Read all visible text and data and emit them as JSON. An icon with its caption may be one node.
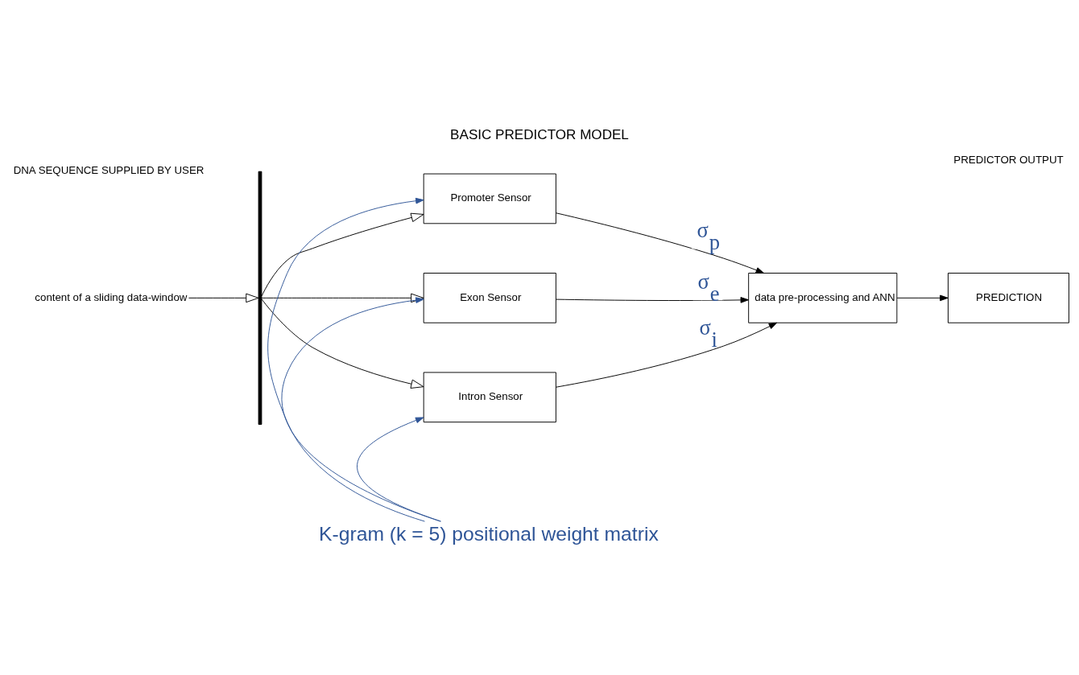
{
  "diagram": {
    "title": "BASIC PREDICTOR MODEL",
    "nodes": [
      {
        "text": [
          "content of a sliding data-window"
        ]
      },
      {
        "text": [],
        "shape": "bar"
      },
      {
        "text": [
          "Promoter Sensor"
        ]
      },
      {
        "text": [
          "Exon Sensor"
        ]
      },
      {
        "text": [
          "Intron Sensor"
        ]
      },
      {
        "text": [
          "data pre-processing and ANN"
        ]
      },
      {
        "text": [
          "PREDICTION"
        ]
      },
      {
        "text": [
          "K-gram (k = 5) positional weight matrix"
        ]
      }
    ],
    "edges": [
      {
        "from": 0,
        "to": 1,
        "arrow": "to"
      },
      {
        "from": 1,
        "to": 2,
        "arrow": "to"
      },
      {
        "from": 1,
        "to": 3,
        "arrow": "to"
      },
      {
        "from": 1,
        "to": 4,
        "arrow": "to"
      },
      {
        "from": 2,
        "to": 5,
        "arrow": "to",
        "label": "σ$_{p}$"
      },
      {
        "from": 3,
        "to": 5,
        "arrow": "to",
        "label": "σ$_{e}$"
      },
      {
        "from": 4,
        "to": 5,
        "arrow": "to",
        "label": "σ$_{i}$"
      },
      {
        "from": 5,
        "to": 6,
        "arrow": "to"
      },
      {
        "from": 7,
        "to": 2,
        "arrow": "to",
        "color": "#2f5597"
      },
      {
        "from": 7,
        "to": 3,
        "arrow": "to",
        "color": "#2f5597"
      },
      {
        "from": 7,
        "to": 4,
        "arrow": "to",
        "color": "#2f5597"
      }
    ],
    "labels": [
      "DNA SEQUENCE SUPPLIED BY USER",
      "PREDICTOR OUTPUT"
    ]
  }
}
